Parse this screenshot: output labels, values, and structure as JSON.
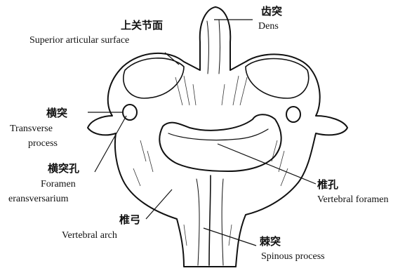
{
  "labels": {
    "dens": {
      "zh": "齿突",
      "en": "Dens"
    },
    "superior_articular_surface": {
      "zh": "上关节面",
      "en": "Superior articular surface"
    },
    "transverse_process": {
      "zh": "横突",
      "en_line1": "Transverse",
      "en_line2": "process"
    },
    "foramen_transversarium": {
      "zh": "横突孔",
      "en_line1": "Foramen",
      "en_line2": "eransversarium"
    },
    "vertebral_foramen": {
      "zh": "椎孔",
      "en": "Vertebral foramen"
    },
    "vertebral_arch": {
      "zh": "椎弓",
      "en": "Vertebral arch"
    },
    "spinous_process": {
      "zh": "棘突",
      "en": "Spinous process"
    }
  },
  "colors": {
    "ink": "#111111",
    "background": "#ffffff"
  }
}
